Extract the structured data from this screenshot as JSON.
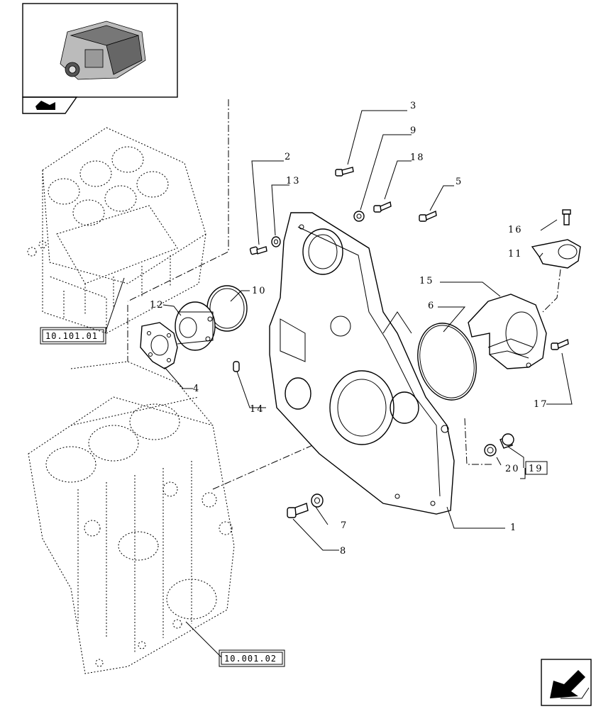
{
  "callouts": [
    {
      "id": "c1",
      "text": "1"
    },
    {
      "id": "c2",
      "text": "2"
    },
    {
      "id": "c3",
      "text": "3"
    },
    {
      "id": "c4",
      "text": "4"
    },
    {
      "id": "c5",
      "text": "5"
    },
    {
      "id": "c6",
      "text": "6"
    },
    {
      "id": "c7",
      "text": "7"
    },
    {
      "id": "c8",
      "text": "8"
    },
    {
      "id": "c9",
      "text": "9"
    },
    {
      "id": "c10",
      "text": "10"
    },
    {
      "id": "c11",
      "text": "11"
    },
    {
      "id": "c12",
      "text": "12"
    },
    {
      "id": "c13",
      "text": "13"
    },
    {
      "id": "c14",
      "text": "14"
    },
    {
      "id": "c15",
      "text": "15"
    },
    {
      "id": "c16",
      "text": "16"
    },
    {
      "id": "c17",
      "text": "17"
    },
    {
      "id": "c18",
      "text": "18"
    },
    {
      "id": "c19",
      "text": "19"
    },
    {
      "id": "c20",
      "text": "20"
    }
  ],
  "references": {
    "cylinder_head_ref": "10.101.01",
    "engine_block_ref": "10.001.02"
  },
  "icons": {
    "thumbnail": "engine-thumbnail-icon",
    "nav_prev": "back-arrow-icon",
    "nav_next": "forward-arrow-icon"
  }
}
